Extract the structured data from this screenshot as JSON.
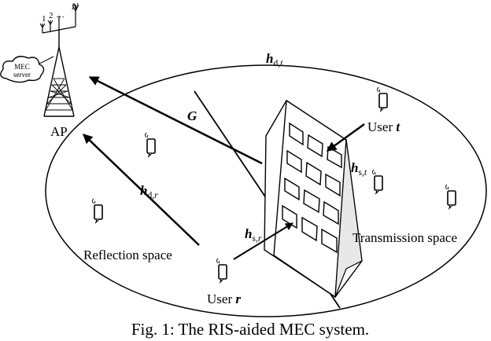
{
  "labels": {
    "ap": "AP",
    "mec_line1": "MEC",
    "mec_line2": "server",
    "user_t": "User",
    "user_t_var": "t",
    "user_r": "User",
    "user_r_var": "r",
    "reflection_space": "Reflection space",
    "transmission_space": "Transmission space"
  },
  "antennas": {
    "first": "1",
    "second": "2",
    "dots": "…",
    "last": "N"
  },
  "channels": {
    "h_dt": {
      "sym": "h",
      "sub1": "d",
      "sub2": "t"
    },
    "h_st": {
      "sym": "h",
      "sub1": "s",
      "sub2": "t"
    },
    "h_dr": {
      "sym": "h",
      "sub1": "d",
      "sub2": "r"
    },
    "h_sr": {
      "sym": "h",
      "sub1": "s",
      "sub2": "r"
    },
    "G": "G"
  },
  "caption": "Fig. 1: The RIS-aided MEC system."
}
